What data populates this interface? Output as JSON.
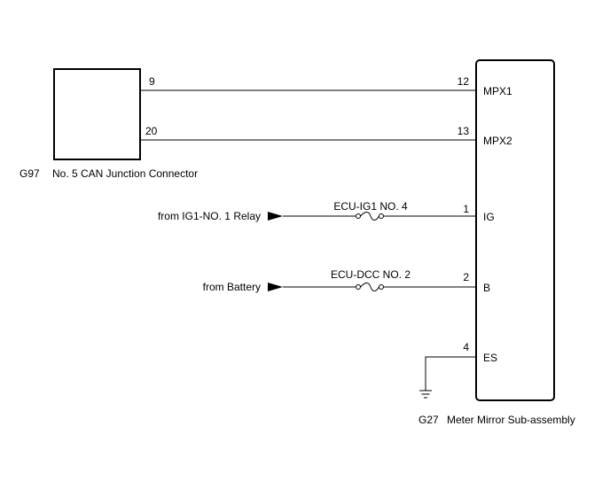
{
  "connector_g97": {
    "code": "G97",
    "name": "No. 5 CAN Junction Connector",
    "pins": [
      "9",
      "20"
    ]
  },
  "meter_g27": {
    "code": "G27",
    "name": "Meter Mirror Sub-assembly",
    "terminals": [
      {
        "pin": "12",
        "name": "MPX1"
      },
      {
        "pin": "13",
        "name": "MPX2"
      },
      {
        "pin": "1",
        "name": "IG"
      },
      {
        "pin": "2",
        "name": "B"
      },
      {
        "pin": "4",
        "name": "ES"
      }
    ]
  },
  "sources": [
    {
      "label": "from IG1-NO. 1 Relay",
      "fuse": "ECU-IG1 NO. 4"
    },
    {
      "label": "from Battery",
      "fuse": "ECU-DCC NO. 2"
    }
  ]
}
